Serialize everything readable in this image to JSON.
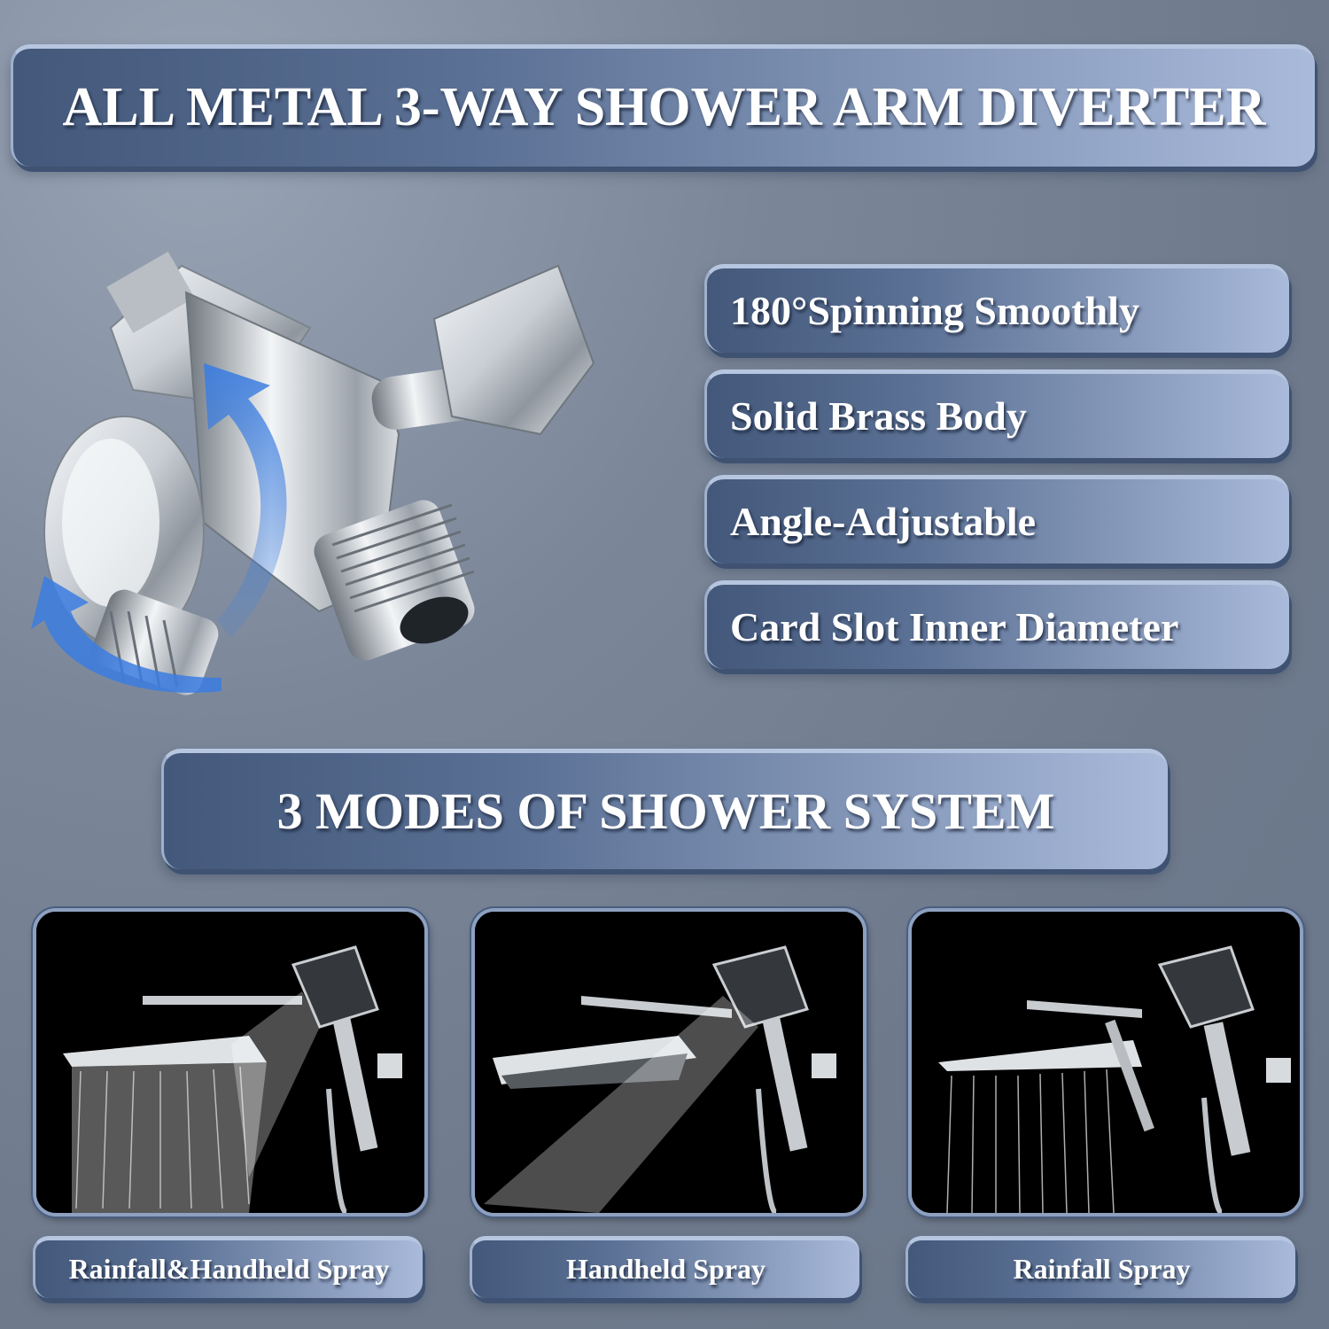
{
  "header": {
    "title": "ALL METAL 3-WAY SHOWER ARM DIVERTER"
  },
  "product_image": {
    "icon": "shower-diverter-image",
    "arrows": [
      "rotate-arrow-top",
      "rotate-arrow-bottom"
    ],
    "accent_color": "#3b7de0"
  },
  "features": [
    {
      "label": "180°Spinning Smoothly"
    },
    {
      "label": "Solid Brass Body"
    },
    {
      "label": "Angle-Adjustable"
    },
    {
      "label": "Card Slot Inner Diameter"
    }
  ],
  "modes_section": {
    "title": "3 MODES OF SHOWER SYSTEM",
    "modes": [
      {
        "label": "Rainfall&Handheld Spray",
        "image": "rainfall-and-handheld-image"
      },
      {
        "label": "Handheld Spray",
        "image": "handheld-spray-image"
      },
      {
        "label": "Rainfall Spray",
        "image": "rainfall-spray-image"
      }
    ]
  },
  "colors": {
    "background": "#7b8799",
    "banner_dark": "#43587a",
    "banner_light": "#a9badb",
    "text": "#ffffff",
    "photo_bg": "#000000"
  }
}
